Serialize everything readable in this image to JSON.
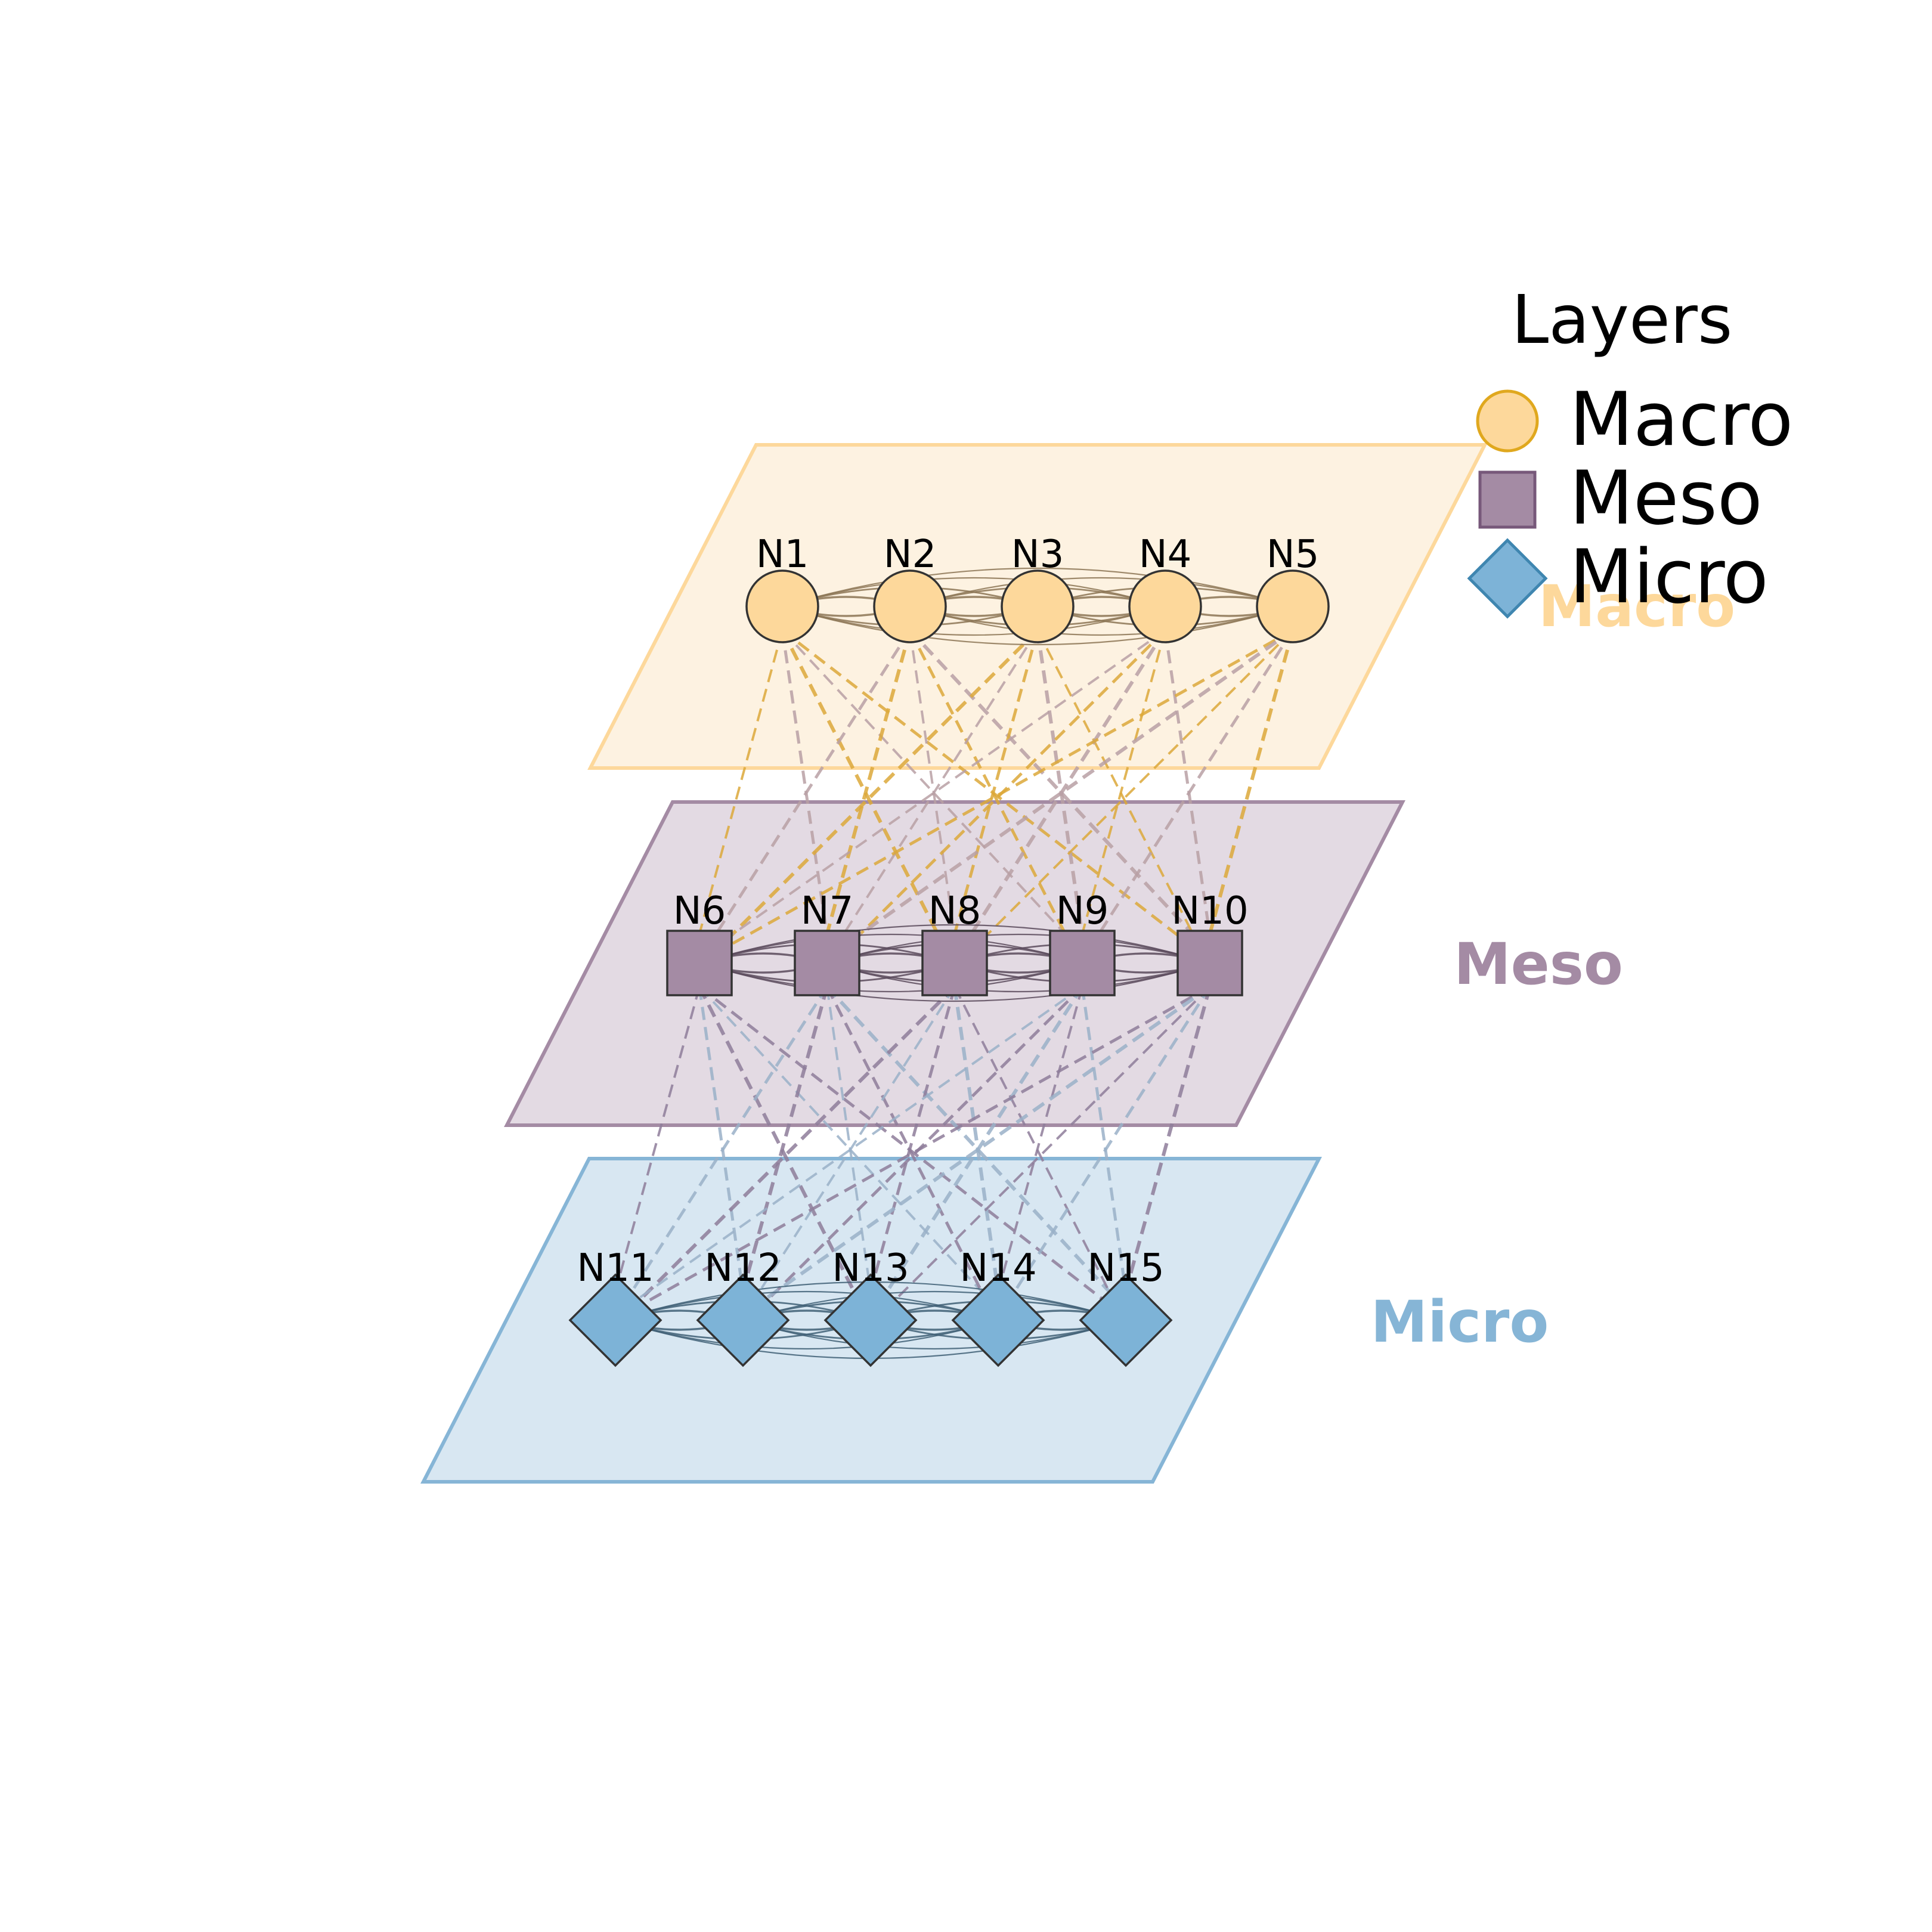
{
  "legend": {
    "title": "Layers",
    "entries": [
      {
        "label": "Macro",
        "shape": "circle",
        "fill": "#FDD89B",
        "stroke": "#E0A81E"
      },
      {
        "label": "Meso",
        "shape": "square",
        "fill": "#A48BA4",
        "stroke": "#77587A"
      },
      {
        "label": "Micro",
        "shape": "diamond",
        "fill": "#7DB3D7",
        "stroke": "#3F86B0"
      }
    ]
  },
  "layers": [
    {
      "id": "macro",
      "label": "Macro",
      "plane_fill": "#FDF2E1",
      "plane_stroke": "#FDD89B",
      "label_color": "#FDD89B",
      "node_shape": "circle",
      "node_fill": "#FDD89B",
      "edge_color": "#8C7555",
      "nodes": [
        "N1",
        "N2",
        "N3",
        "N4",
        "N5"
      ]
    },
    {
      "id": "meso",
      "label": "Meso",
      "plane_fill": "#E3DAE3",
      "plane_stroke": "#A48BA4",
      "label_color": "#A48BA4",
      "node_shape": "square",
      "node_fill": "#A48BA4",
      "edge_color": "#5B4A5C",
      "nodes": [
        "N6",
        "N7",
        "N8",
        "N9",
        "N10"
      ]
    },
    {
      "id": "micro",
      "label": "Micro",
      "plane_fill": "#D8E7F2",
      "plane_stroke": "#86B5D6",
      "label_color": "#86B5D6",
      "node_shape": "diamond",
      "node_fill": "#7DB3D7",
      "edge_color": "#3F5F75",
      "nodes": [
        "N11",
        "N12",
        "N13",
        "N14",
        "N15"
      ]
    }
  ],
  "inter_layer_colors": {
    "macro_to_meso": [
      "#DCA83A",
      "#B8A0A4"
    ],
    "meso_to_micro": [
      "#8E7C9A",
      "#9AB0C8"
    ]
  }
}
